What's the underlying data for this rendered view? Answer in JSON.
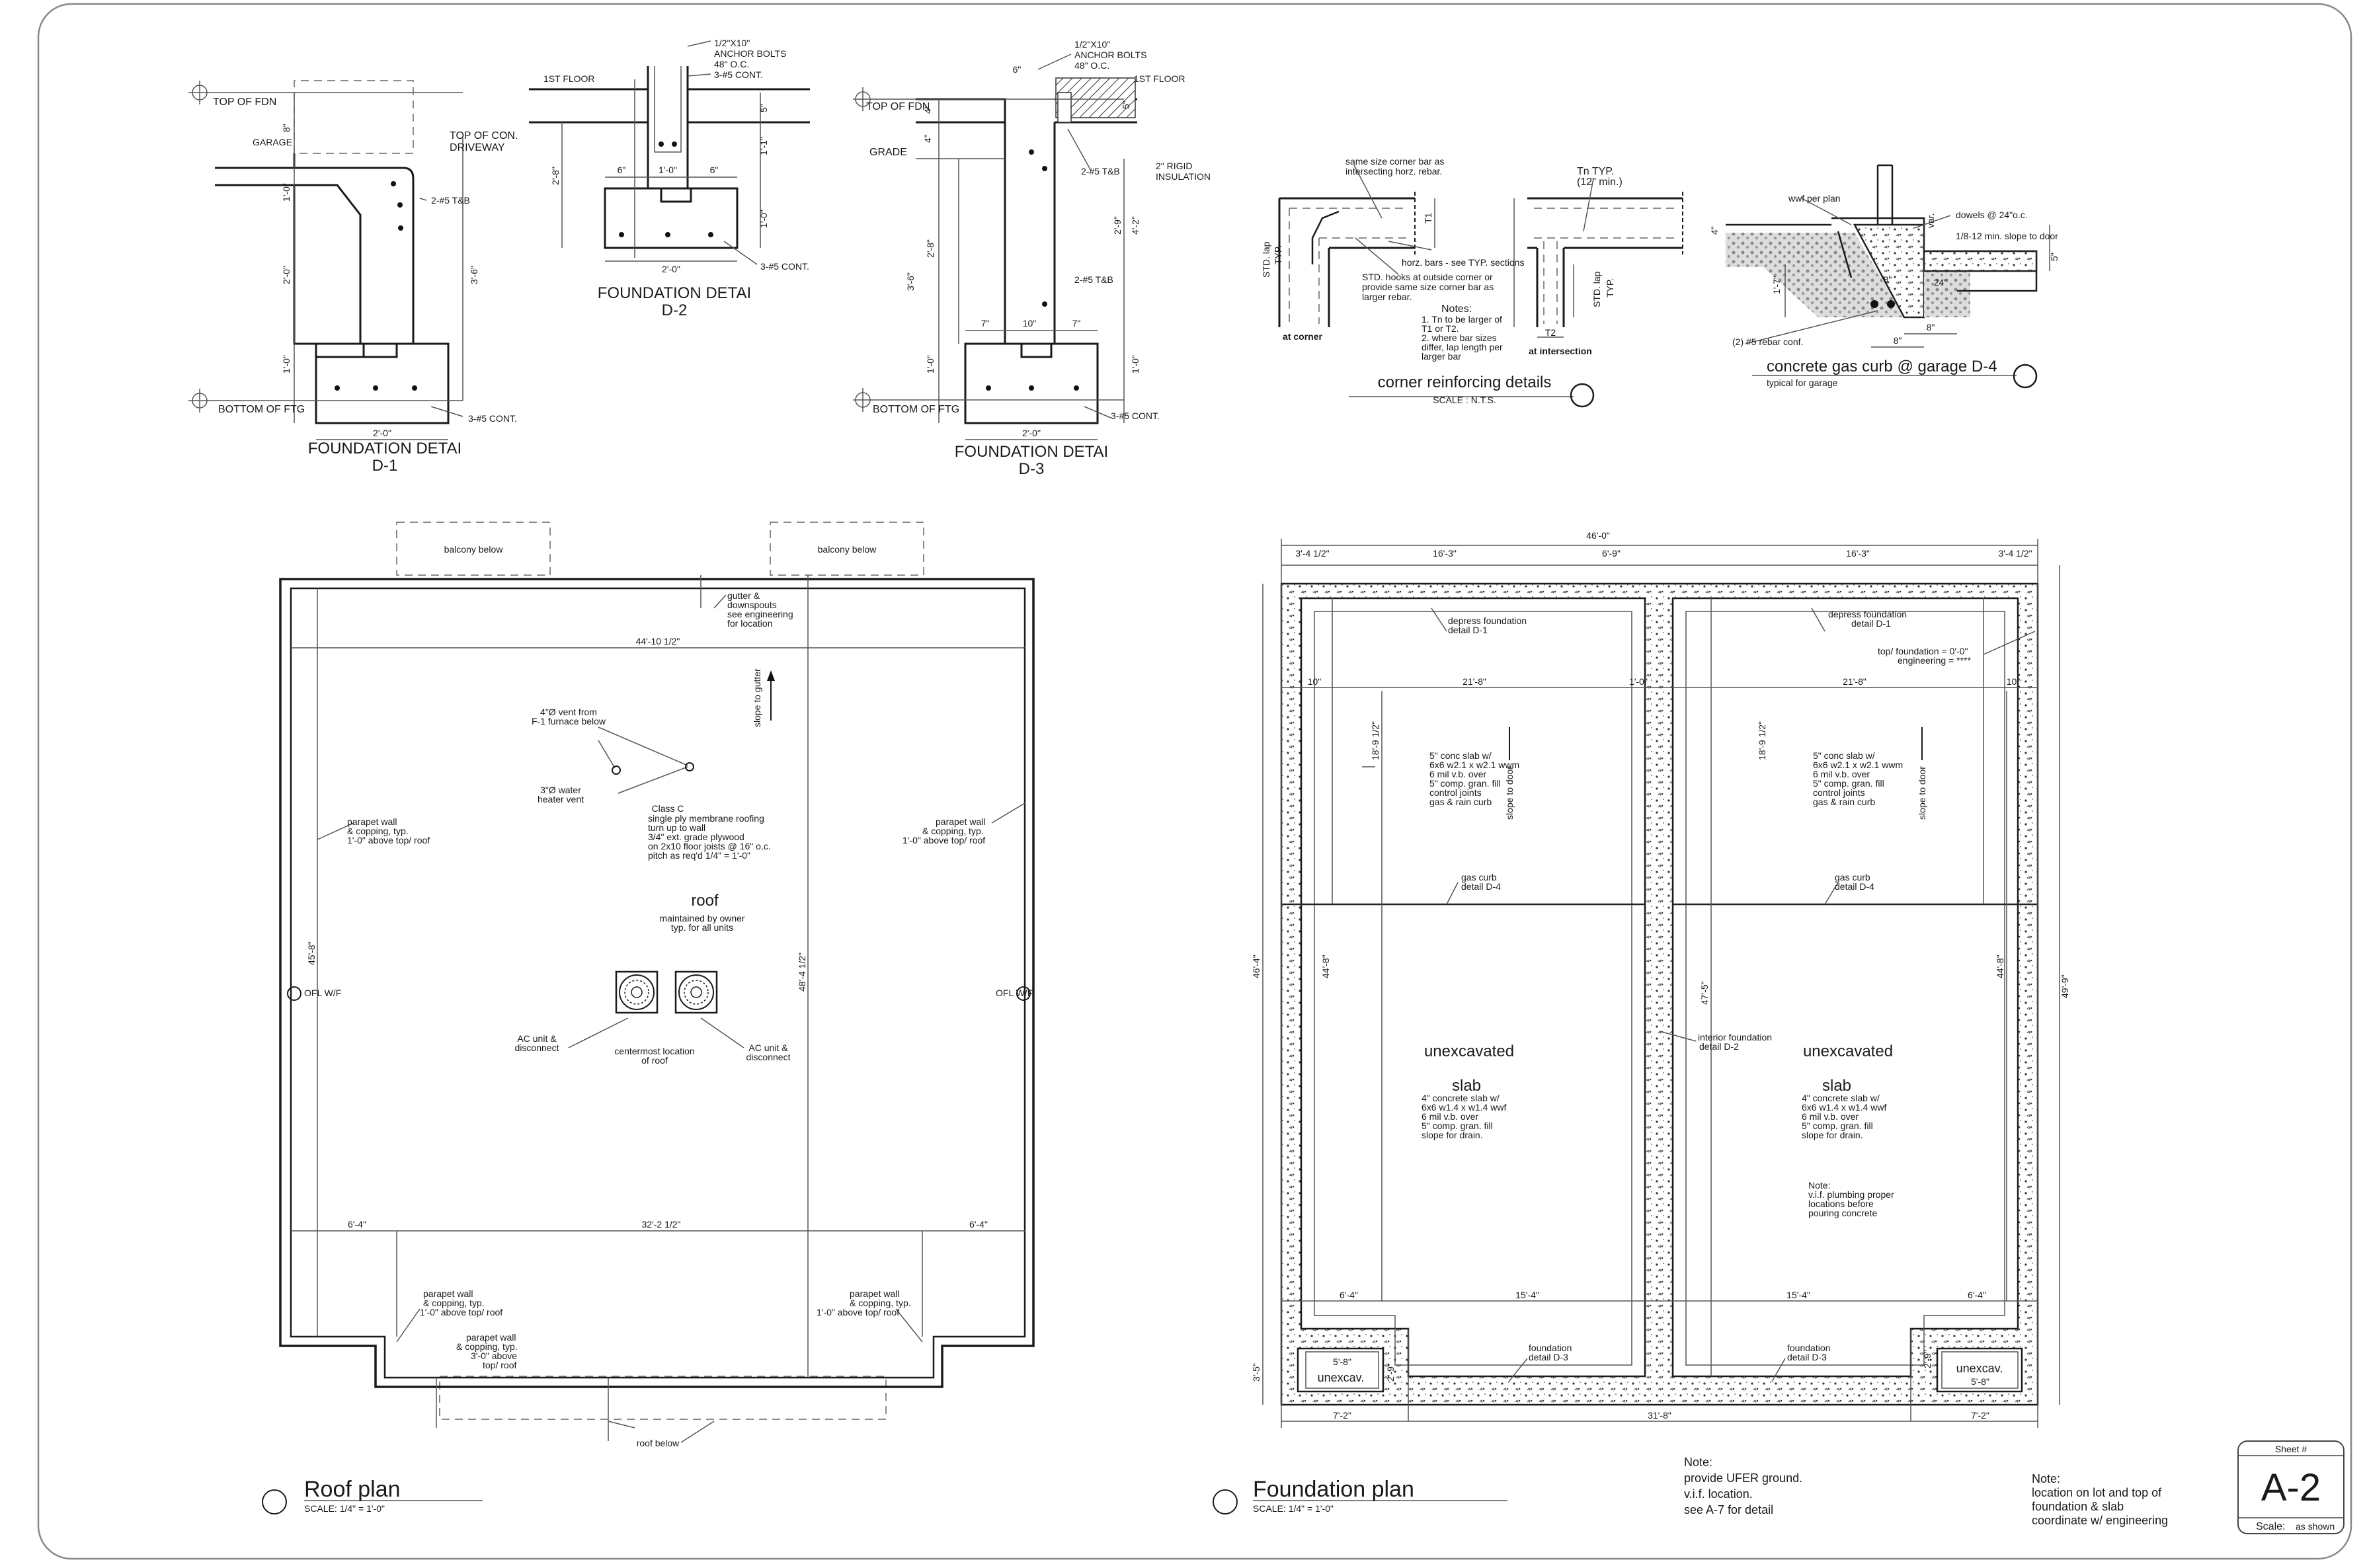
{
  "details": {
    "d1": {
      "title": "FOUNDATION DETAI",
      "sub": "D-1",
      "top_of_fdn": "TOP OF FDN",
      "bottom_of_ftg": "BOTTOM  OF FTG",
      "garage": "GARAGE",
      "top_of_con": "TOP OF CON.",
      "driveway": "DRIVEWAY",
      "bars": "2-#5  T&B",
      "cont": "3-#5 CONT.",
      "dim_8": "8\"",
      "dim_10a": "1'-0\"",
      "dim_20": "2'-0\"",
      "dim_10b": "1'-0\"",
      "dim_36": "3'-6\"",
      "dim_ftg": "2'-0\""
    },
    "d2": {
      "title": "FOUNDATION DETAI",
      "sub": "D-2",
      "first_floor": "1ST FLOOR",
      "anchor_1": "1/2\"X10\"",
      "anchor_2": "ANCHOR BOLTS",
      "anchor_3": "48\" O.C.",
      "cont_top": "3-#5 CONT.",
      "cont_bot": "3-#5 CONT.",
      "dim_6a": "6\"",
      "dim_6b": "6\"",
      "dim_10": "1'-0\"",
      "dim_20": "2'-0\"",
      "dim_28": "2'-8\"",
      "dim_5": "5\"",
      "dim_11": "1'-1\"",
      "dim_10v": "1'-0\""
    },
    "d3": {
      "title": "FOUNDATION DETAI",
      "sub": "D-3",
      "top_of_fdn": "TOP OF FDN",
      "grade": "GRADE",
      "bottom_of_ftg": "BOTTOM  OF FTG",
      "first_floor": "1ST FLOOR",
      "anchor_1": "1/2\"X10\"",
      "anchor_2": "ANCHOR BOLTS",
      "anchor_3": "48\" O.C.",
      "rigid_1": "2\" RIGID",
      "rigid_2": "INSULATION",
      "bars_top": "2-#5  T&B",
      "bars_mid": "2-#5  T&B",
      "cont": "3-#5 CONT.",
      "dim_6": "6\"",
      "dim_4a": "4\"",
      "dim_4b": "4\"",
      "dim_7a": "7\"",
      "dim_10": "10\"",
      "dim_7b": "7\"",
      "dim_20": "2'-0\"",
      "dim_28": "2'-8\"",
      "dim_36": "3'-6\"",
      "dim_10v": "1'-0\"",
      "dim_29": "2'-9\"",
      "dim_42": "4'-2\"",
      "dim_10r": "1'-0\"",
      "dim_5": "5\""
    },
    "corner": {
      "title": "corner reinforcing details",
      "scale": "SCALE : N.T.S.",
      "same_1": "same size corner bar as",
      "same_2": "intersecting horz. rebar.",
      "tn_1": "Tn TYP.",
      "tn_2": "(12\" min.)",
      "horz": "horz. bars - see TYP. sections",
      "std_1": "STD. hooks at outside corner or",
      "std_2": "provide same size corner bar as",
      "std_3": "larger rebar.",
      "notes": "Notes:",
      "n1": "1. Tn to be larger of",
      "n2": "T1 or T2.",
      "n3": "2. where bar sizes",
      "n4": "differ, lap length per",
      "n5": "larger bar",
      "at_corner": "at corner",
      "at_intersection": "at intersection",
      "std_lap": "STD. lap",
      "typ": "TYP.",
      "t1": "T1",
      "t2": "T2"
    },
    "curb": {
      "title": "concrete gas curb @ garage D-4",
      "sub": "typical for garage",
      "wwf": "wwf per plan",
      "dowels": "dowels @ 24\"o.c.",
      "slope": "1/8-12 min. slope to door",
      "rebar": "(2) #5 rebar conf.",
      "dim_24": "24\"",
      "dim_8a": "8\"",
      "dim_8b": "8\"",
      "dim_8c": "8\"",
      "dim_17": "1'-7\"",
      "dim_4": "4\"",
      "dim_var": "var.",
      "dim_5": "5\""
    }
  },
  "roof": {
    "title": "Roof plan",
    "scale": "SCALE: 1/4\"  =  1'-0\"",
    "balcony_left": "balcony below",
    "balcony_right": "balcony below",
    "gutter_1": "gutter &",
    "gutter_2": "downspouts",
    "gutter_3": "see engineering",
    "gutter_4": "for location",
    "dim_top": "44'-10 1/2\"",
    "dim_bottom": "32'-2 1/2\"",
    "dim_left_seg": "6'-4\"",
    "dim_right_seg": "6'-4\"",
    "dim_left_v": "45'-8\"",
    "dim_mid_v": "48'-4 1/2\"",
    "slope": "slope to gutter",
    "vent_1": "4\"Ø vent from",
    "vent_2": "F-1 furnace below",
    "heater_1": "3\"Ø water",
    "heater_2": "heater vent",
    "class_1": "Class C",
    "class_2": "single ply membrane roofing",
    "class_3": "turn up to wall",
    "class_4": "3/4\" ext. grade plywood",
    "class_5": "on 2x10 floor joists @ 16\" o.c.",
    "class_6": "pitch as req'd 1/4\" = 1'-0\"",
    "roof_label": "roof",
    "maint_1": "maintained by owner",
    "maint_2": "typ. for all units",
    "ac_left_1": "AC unit &",
    "ac_left_2": "disconnect",
    "ac_right_1": "AC unit &",
    "ac_right_2": "disconnect",
    "center_1": "centermost location",
    "center_2": "of roof",
    "parapet_1": "parapet wall",
    "parapet_2": "& copping,  typ.",
    "parapet_3": "1'-0\" above top/ roof",
    "parapet_b1": "parapet wall",
    "parapet_b2": "& copping,  typ.",
    "parapet_b3": "3'-0\" above",
    "parapet_b4": "top/ roof",
    "roof_below": "roof below",
    "ovf": "OFL W/F"
  },
  "foundation": {
    "title": "Foundation plan",
    "scale": "SCALE: 1/4\"  =  1'-0\"",
    "dim_total": "46'-0\"",
    "dim_a": "3'-4 1/2\"",
    "dim_b": "16'-3\"",
    "dim_c": "6'-9\"",
    "dim_d": "16'-3\"",
    "dim_e": "3'-4 1/2\"",
    "dim_10a": "10\"",
    "dim_218a": "21'-8\"",
    "dim_10b": "1'-0\"",
    "dim_218b": "21'-8\"",
    "dim_10c": "10\"",
    "dim_64a": "6'-4\"",
    "dim_154a": "15'-4\"",
    "dim_154b": "15'-4\"",
    "dim_64b": "6'-4\"",
    "dim_72a": "7'-2\"",
    "dim_318": "31'-8\"",
    "dim_72b": "7'-2\"",
    "dim_left_v": "46'-4\"",
    "dim_right_v": "49'-9\"",
    "dim_448a": "44'-8\"",
    "dim_448b": "44'-8\"",
    "dim_1891a": "18'-9 1/2\"",
    "dim_1891b": "18'-9 1/2\"",
    "dim_475": "47'-5\"",
    "dim_35": "3'-5\"",
    "dim_58a": "5'-8\"",
    "dim_58b": "5'-8\"",
    "dim_29a": "2'-9\"",
    "dim_29b": "2'-9\"",
    "dep_l1": "depress foundation",
    "dep_l2": "detail D-1",
    "dep_r1": "depress foundation",
    "dep_r2": "detail D-1",
    "tof_1": "top/ foundation = 0'-0\"",
    "tof_2": "engineering = ****",
    "slab_1": "5\" conc slab w/",
    "slab_2": "6x6 w2.1 x w2.1 wwm",
    "slab_3": "6 mil v.b. over",
    "slab_4": "5\" comp. gran. fill",
    "slab_5": "control joints",
    "slab_6": "gas & rain curb",
    "slope_door": "slope to door",
    "gas_1": "gas curb",
    "gas_2": "detail D-4",
    "unexc": "unexcavated",
    "slab": "slab",
    "s4_1": "4\" concrete slab w/",
    "s4_2": "6x6 w1.4 x w1.4 wwf",
    "s4_3": "6 mil v.b. over",
    "s4_4": "5\" comp. gran. fill",
    "s4_5": "slope for drain.",
    "int_1": "interior foundation",
    "int_2": "detail D-2",
    "note": "Note:",
    "note_1": "v.i.f. plumbing proper",
    "note_2": "locations before",
    "note_3": "pouring concrete",
    "fd_1": "foundation",
    "fd_2": "detail D-3",
    "unexcav": "unexcav."
  },
  "notes": {
    "ufer_title": "Note:",
    "ufer_1": "provide UFER ground.",
    "ufer_2": "v.i.f. location.",
    "ufer_3": "see A-7 for detail",
    "lot_title": "Note:",
    "lot_1": "location on lot and top of",
    "lot_2": "foundation & slab",
    "lot_3": "coordinate w/ engineering"
  },
  "title_block": {
    "sheet_label": "Sheet #",
    "sheet": "A-2",
    "scale_label": "Scale:",
    "scale_value": "as shown"
  }
}
